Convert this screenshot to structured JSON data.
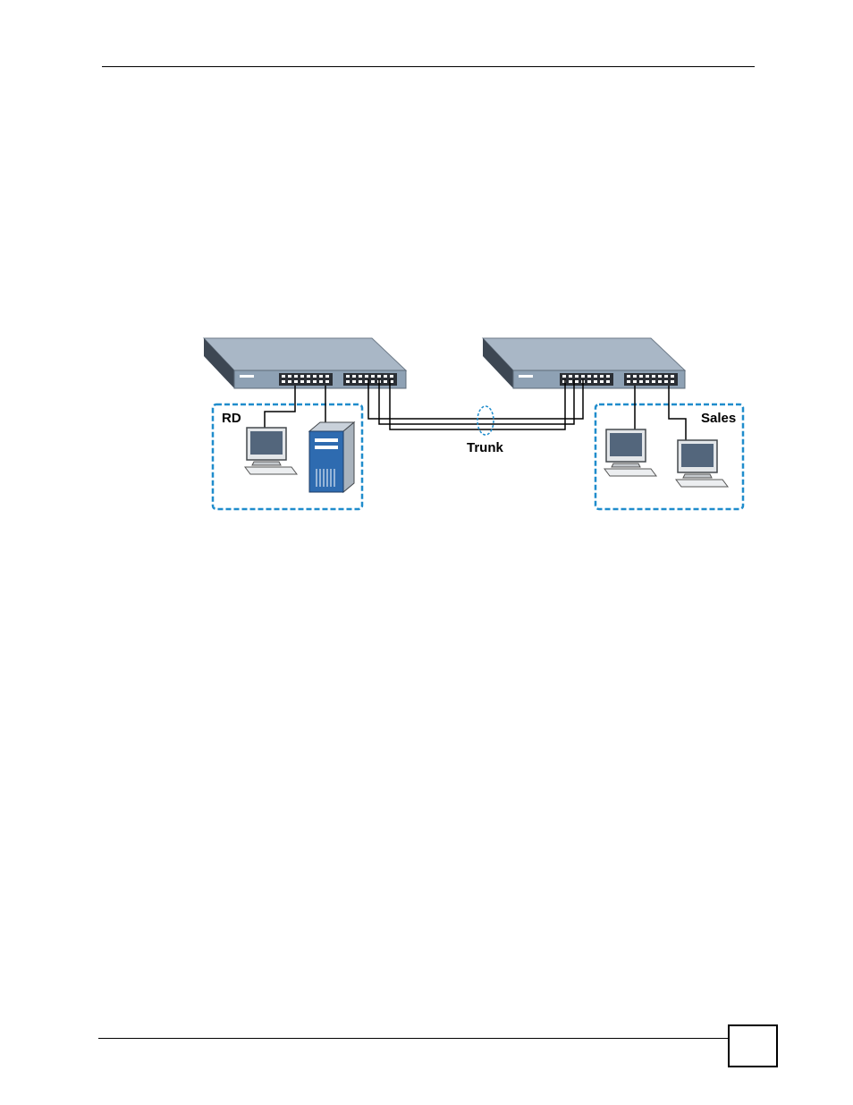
{
  "diagram": {
    "rd_label": "RD",
    "sales_label": "Sales",
    "trunk_label": "Trunk",
    "zone_color": "#1f8ccc",
    "switch_color": "#a9b7c6",
    "server_color": "#2e6bb0"
  },
  "footer": {
    "page_number": ""
  }
}
